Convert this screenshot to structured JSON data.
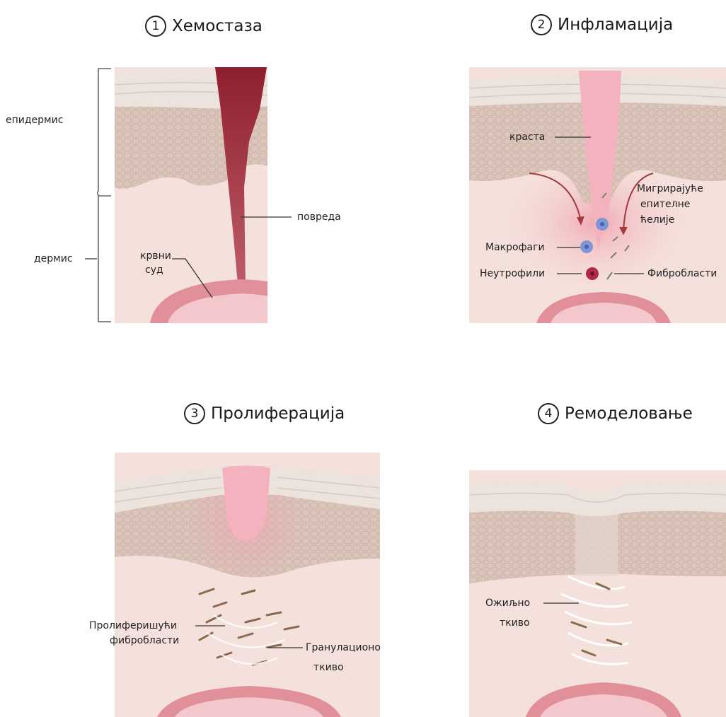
{
  "panels": {
    "p1": {
      "number": "1",
      "title": "Хемостаза"
    },
    "p2": {
      "number": "2",
      "title": "Инфламација"
    },
    "p3": {
      "number": "3",
      "title": "Пролиферација"
    },
    "p4": {
      "number": "4",
      "title": "Ремоделовање"
    }
  },
  "labels": {
    "epidermis": "епидермис",
    "dermis": "дермис",
    "blood_vessel_1": "крвни",
    "blood_vessel_2": "суд",
    "injury": "повреда",
    "scab": "краста",
    "migrating_1": "Мигрирајуће",
    "migrating_2": "епителне",
    "migrating_3": "ћелије",
    "macrophages": "Макрофаги",
    "neutrophils": "Неутрофили",
    "fibroblasts": "Фибробласти",
    "prolif_fibro_1": "Пролиферишући",
    "prolif_fibro_2": "фибробласти",
    "granulation_1": "Гранулационо",
    "granulation_2": "ткиво",
    "scar_1": "Ожиљно",
    "scar_2": "ткиво"
  },
  "colors": {
    "skin_top": "#ece3dc",
    "epidermis": "#dcc6bb",
    "dermis": "#f5e1dc",
    "vessel": "#e18f99",
    "clot": "#9e2736",
    "scab": "#f3b2bd",
    "macrophage": "#7f95d4",
    "neutrophil": "#b0284a"
  }
}
